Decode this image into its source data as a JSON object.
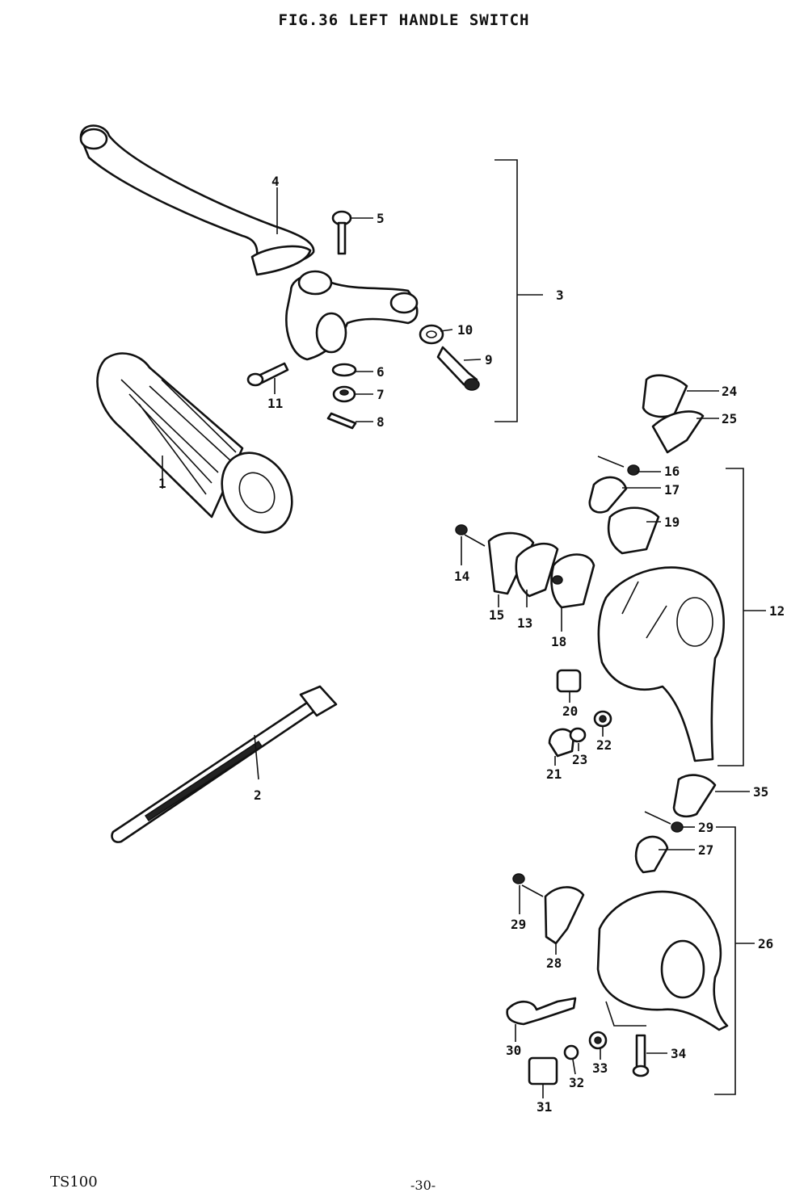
{
  "title": "FIG.36  LEFT HANDLE SWITCH",
  "footer": {
    "model": "TS100",
    "page": "-30-"
  },
  "callouts": [
    "1",
    "2",
    "3",
    "4",
    "5",
    "6",
    "7",
    "8",
    "9",
    "10",
    "11",
    "12",
    "13",
    "14",
    "15",
    "16",
    "17",
    "18",
    "19",
    "20",
    "21",
    "22",
    "23",
    "24",
    "25",
    "26",
    "27",
    "28",
    "29",
    "29",
    "30",
    "31",
    "32",
    "33",
    "34",
    "35"
  ]
}
